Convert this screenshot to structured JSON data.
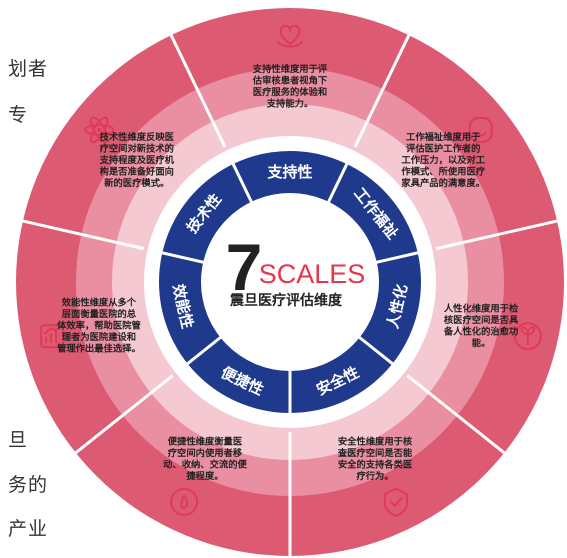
{
  "side_text": {
    "fragments": [
      "划者",
      "专",
      "旦",
      "务的",
      "产业"
    ]
  },
  "center": {
    "number": "7",
    "word": "SCALES",
    "subtitle": "震旦医疗评估维度"
  },
  "colors": {
    "ring_outer": "#dd5a73",
    "ring_mid": "#ea8fa2",
    "ring_inner": "#f5c9d2",
    "inner_white": "#ffffff",
    "band_blue": "#1f3a8c",
    "center_red": "#e8344f",
    "text_dark": "#222222"
  },
  "segments": [
    {
      "id": "support",
      "label": "支持性",
      "icon": "heart-hands-icon",
      "desc": [
        "支持性维度用于评",
        "估审核患者视角下",
        "医疗服务的体验和",
        "支持能力。"
      ]
    },
    {
      "id": "welfare",
      "label": "工作福祉",
      "icon": "smile-face-icon",
      "desc": [
        "工作福祉维度用于",
        "评估医护工作者的",
        "工作压力，以及对工",
        "作模式、所使用医疗",
        "家具产品的满意度。"
      ]
    },
    {
      "id": "humanity",
      "label": "人性化",
      "icon": "seedling-icon",
      "desc": [
        "人性化维度用于检",
        "核医疗空间是否具",
        "备人性化的治愈功",
        "能。"
      ]
    },
    {
      "id": "safety",
      "label": "安全性",
      "icon": "shield-check-icon",
      "desc": [
        "安全性维度用于核",
        "查医疗空间是否能",
        "安全的支持各类医",
        "疗行为。"
      ]
    },
    {
      "id": "convenience",
      "label": "便捷性",
      "icon": "drop-icon",
      "desc": [
        "便捷性维度衡量医",
        "疗空间内使用者移",
        "动、收纳、交流的便",
        "捷程度。"
      ]
    },
    {
      "id": "efficiency",
      "label": "效能性",
      "icon": "growth-chart-icon",
      "desc": [
        "效能性维度从多个",
        "层面衡量医院的总",
        "体效率，帮助医院管",
        "理者为医院建设和",
        "管理作出最佳选择。"
      ]
    },
    {
      "id": "technology",
      "label": "技术性",
      "icon": "atom-icon",
      "desc": [
        "技术性维度反映医",
        "疗空间对新技术的",
        "支持程度及医疗机",
        "构是否准备好面向",
        "新的医疗模式。"
      ]
    }
  ]
}
